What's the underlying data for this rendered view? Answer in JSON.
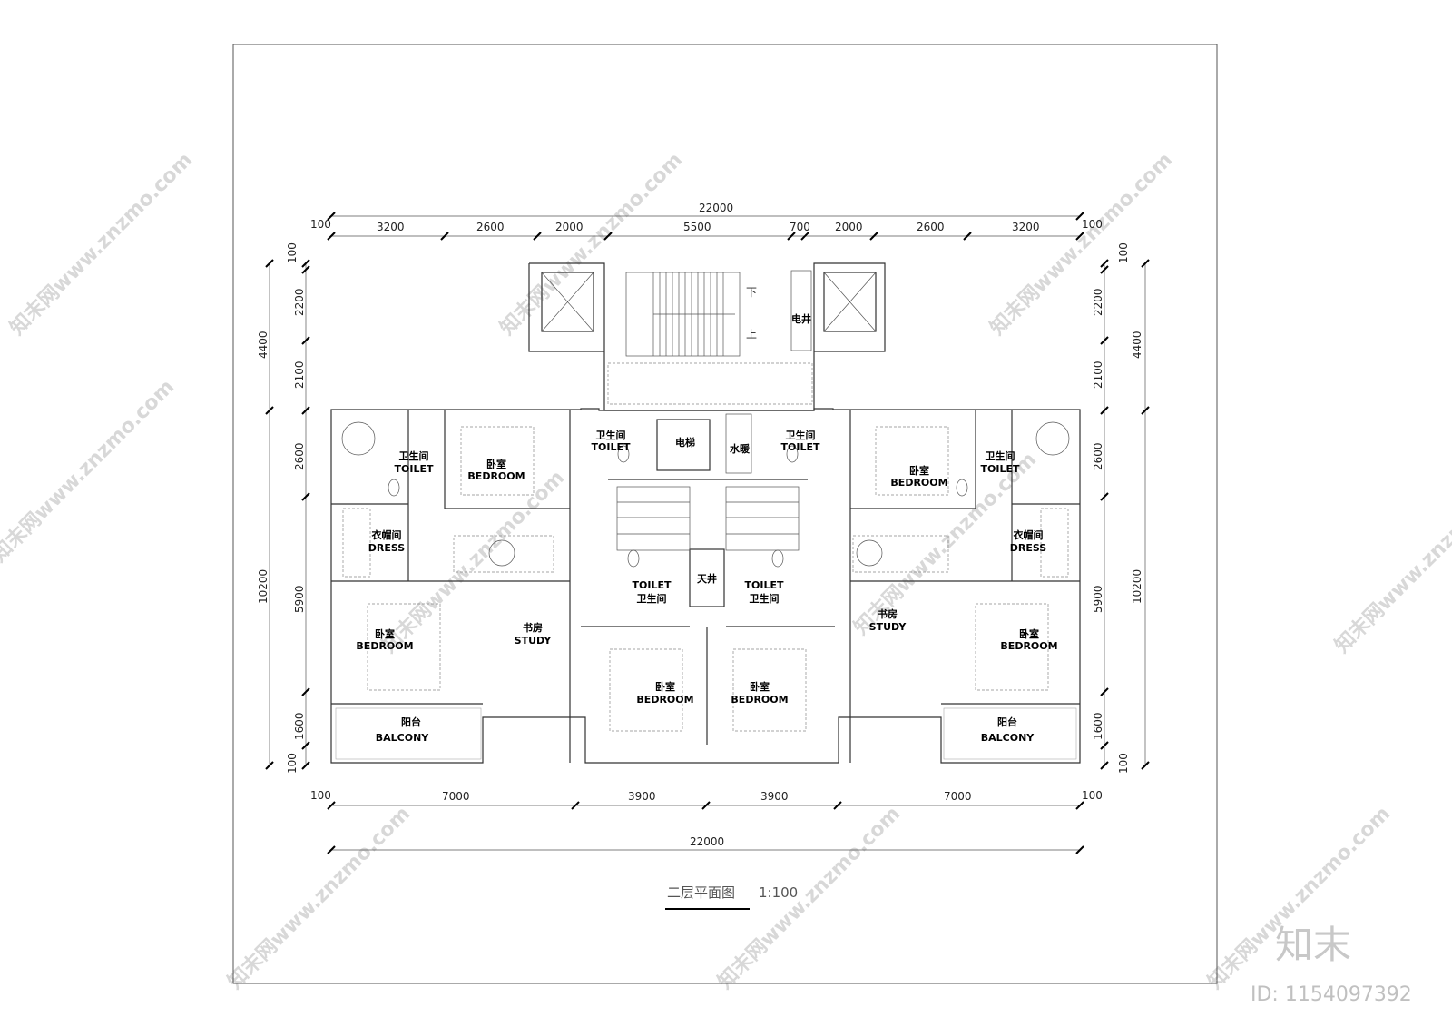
{
  "drawing": {
    "title": "二层平面图",
    "scale": "1:100"
  },
  "dimensions": {
    "top_total": "22000",
    "top_edge_left": "100",
    "top_edge_right": "100",
    "top_segments": [
      "3200",
      "2600",
      "2000",
      "5500",
      "700",
      "2000",
      "2600",
      "3200"
    ],
    "bottom_total": "22000",
    "bottom_edge_left": "100",
    "bottom_edge_right": "100",
    "bottom_segments": [
      "7000",
      "3900",
      "3900",
      "7000"
    ],
    "left_outer": [
      "4400",
      "10200"
    ],
    "left_inner": [
      "100",
      "2200",
      "2100",
      "2600",
      "5900",
      "1600",
      "100"
    ],
    "right_outer": [
      "4400",
      "10200"
    ],
    "right_inner": [
      "100",
      "2200",
      "2100",
      "2600",
      "5900",
      "1600",
      "100"
    ]
  },
  "rooms": {
    "elec_shaft": "电井",
    "elevator": "电梯",
    "water_heating": "水暖",
    "skywell": "天井",
    "toilet_cn": "卫生间",
    "toilet_en": "TOILET",
    "bedroom_cn": "卧室",
    "bedroom_en": "BEDROOM",
    "dress_cn": "衣帽间",
    "dress_en": "DRESS",
    "study_cn": "书房",
    "study_en": "STUDY",
    "balcony_cn": "阳台",
    "balcony_en": "BALCONY",
    "up": "上",
    "down": "下"
  },
  "watermark": {
    "text": "知末网www.znzmo.com",
    "brand": "知末",
    "id": "ID: 1154097392"
  }
}
